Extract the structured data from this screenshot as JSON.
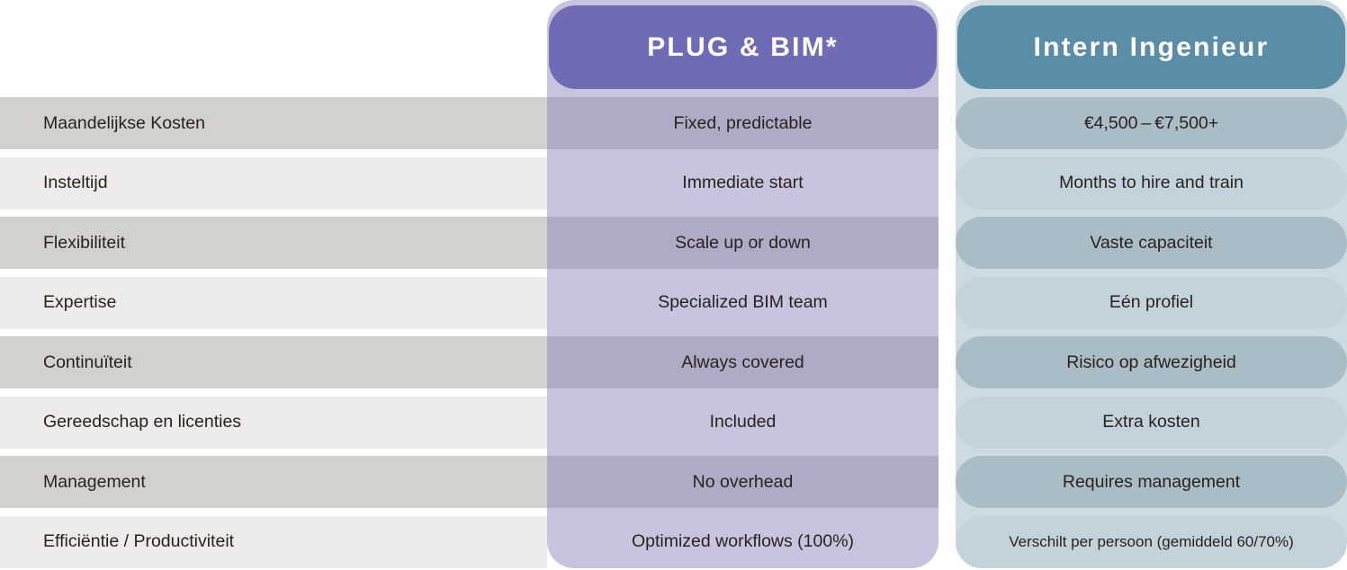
{
  "columns": {
    "feature": {
      "header": ""
    },
    "plug": {
      "header": "PLUG & BIM*",
      "accent": "#6F6BB5",
      "row_dark": "#ADABC6",
      "row_light": "#C6C4DE"
    },
    "intern": {
      "header": "Intern Ingenieur",
      "accent": "#5B8CA8",
      "row_dark": "#AABDC7",
      "row_light": "#C2D3DC"
    }
  },
  "palette": {
    "page_background": "#FFFFFF",
    "feature_row_dark": "#D3D1CC",
    "feature_row_light": "#EDECEA",
    "text": "#2B211E",
    "header_text": "#FFFFFF"
  },
  "rows": [
    {
      "feature": "Maandelijkse Kosten",
      "plug": "Fixed, predictable",
      "intern": "€4,500 – €7,500+"
    },
    {
      "feature": "Insteltijd",
      "plug": "Immediate start",
      "intern": "Months to hire and train"
    },
    {
      "feature": "Flexibiliteit",
      "plug": "Scale up or down",
      "intern": "Vaste capaciteit"
    },
    {
      "feature": "Expertise",
      "plug": "Specialized BIM team",
      "intern": "Eén profiel"
    },
    {
      "feature": "Continuïteit",
      "plug": "Always covered",
      "intern": "Risico op afwezigheid"
    },
    {
      "feature": "Gereedschap en licenties",
      "plug": "Included",
      "intern": "Extra kosten"
    },
    {
      "feature": "Management",
      "plug": "No overhead",
      "intern": "Requires management"
    },
    {
      "feature": "Efficiëntie / Productiviteit",
      "plug": "Optimized workflows (100%)",
      "intern": "Verschilt per persoon (gemiddeld 60/70%)"
    }
  ]
}
